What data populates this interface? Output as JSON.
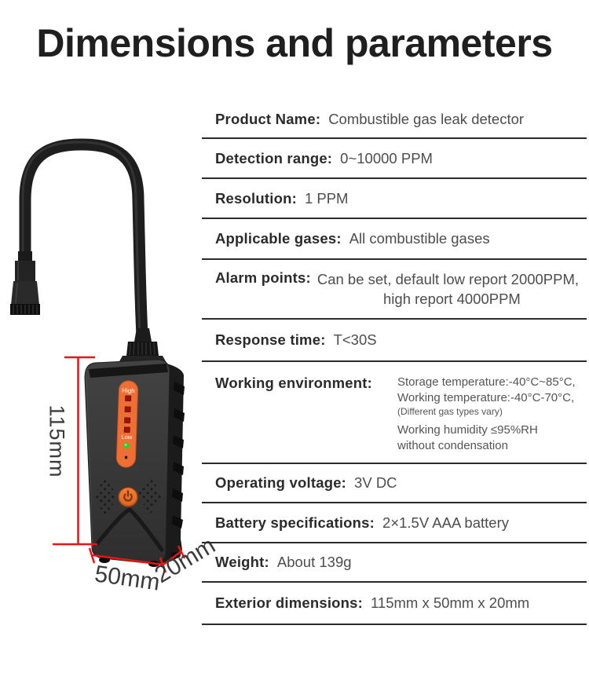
{
  "title": "Dimensions and parameters",
  "specs": {
    "rows": [
      {
        "label": "Product Name:",
        "value": "Combustible gas leak detector"
      },
      {
        "label": "Detection range:",
        "value": "0~10000 PPM"
      },
      {
        "label": "Resolution:",
        "value": "1 PPM"
      },
      {
        "label": "Applicable gases:",
        "value": "All combustible gases"
      },
      {
        "label": "Alarm points:",
        "value": "Can be set, default low report 2000PPM,",
        "value2": "high report 4000PPM"
      },
      {
        "label": "Response time:",
        "value": "T<30S"
      },
      {
        "label": "Working environment:",
        "value": "Storage temperature:-40°C~85°C,",
        "value2": "Working temperature:-40°C-70°C,",
        "note": "(Different gas types vary)",
        "value3": "Working humidity ≤95%RH",
        "value4": "without condensation"
      },
      {
        "label": "Operating voltage:",
        "value": "3V DC"
      },
      {
        "label": "Battery specifications:",
        "value": "2×1.5V AAA battery"
      },
      {
        "label": "Weight:",
        "value": "About 139g"
      },
      {
        "label": "Exterior dimensions:",
        "value": "115mm x 50mm x 20mm"
      }
    ]
  },
  "device": {
    "led_label_high": "High",
    "led_label_low": "Low",
    "dim_height": "115mm",
    "dim_width": "50mm",
    "dim_depth": "20mm",
    "colors": {
      "accent_orange": "#ef6e34",
      "dimension_red": "#ee1212",
      "led_red": "#9c1507",
      "led_green": "#27d22f",
      "body_dark": "#333333"
    }
  }
}
